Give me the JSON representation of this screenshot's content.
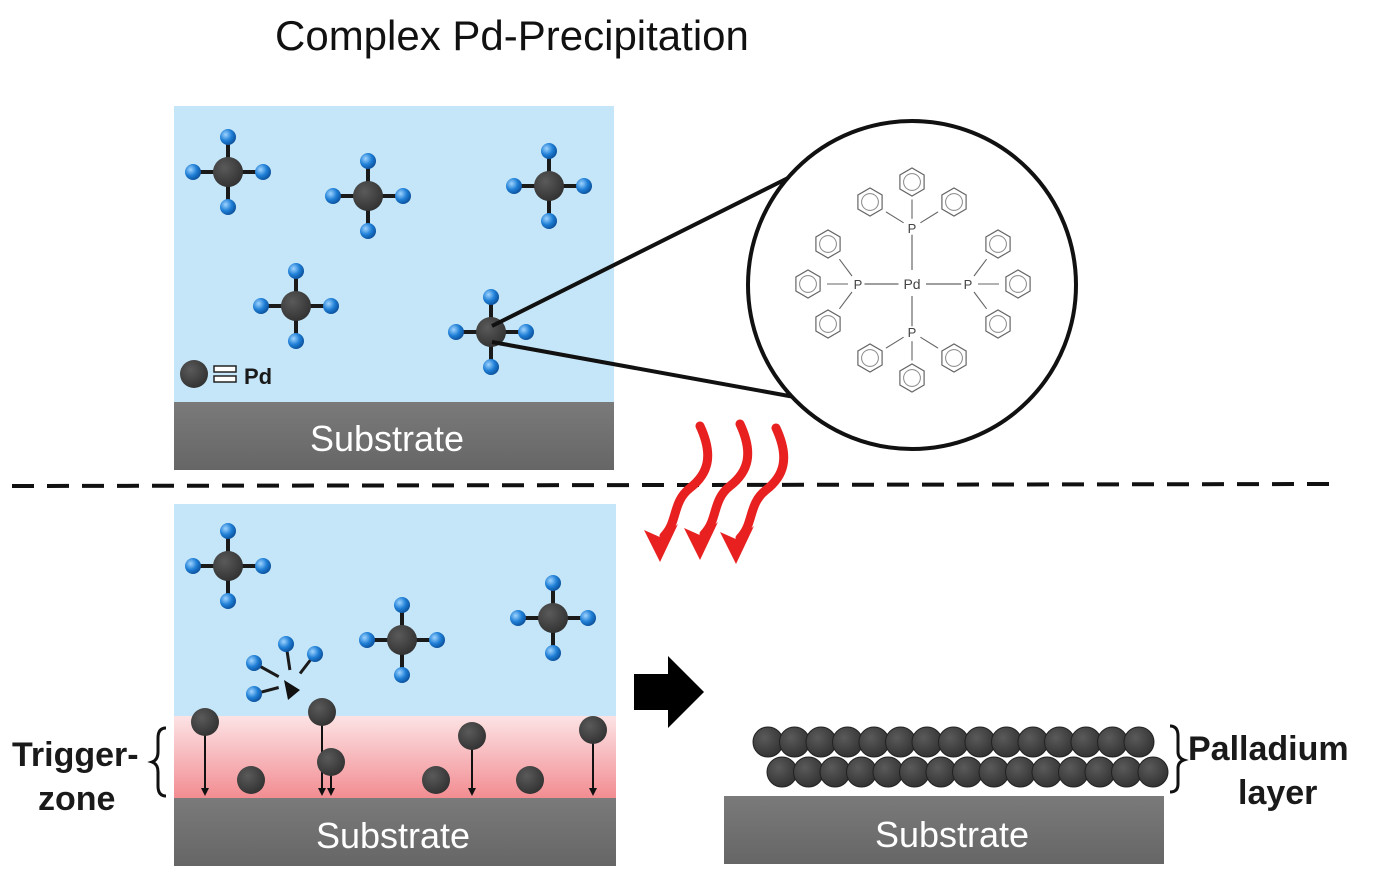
{
  "title": "Complex Pd-Precipitation",
  "legend": {
    "text": "Pd"
  },
  "substrate_label": "Substrate",
  "trigger_zone": {
    "line1": "Trigger-",
    "line2": "zone"
  },
  "palladium_layer": {
    "line1": "Palladium",
    "line2": "layer"
  },
  "complex_detail": {
    "center_atom": "Pd",
    "ligand_atom": "P"
  },
  "colors": {
    "solution": "#c5e6f9",
    "substrate": "#727272",
    "trigger_zone_top": "#fbe0e2",
    "trigger_zone_bottom": "#f28d92",
    "pd_atom": "#3b3b3b",
    "ligand": "#1f7fd6",
    "heat_arrow": "#e82020"
  }
}
